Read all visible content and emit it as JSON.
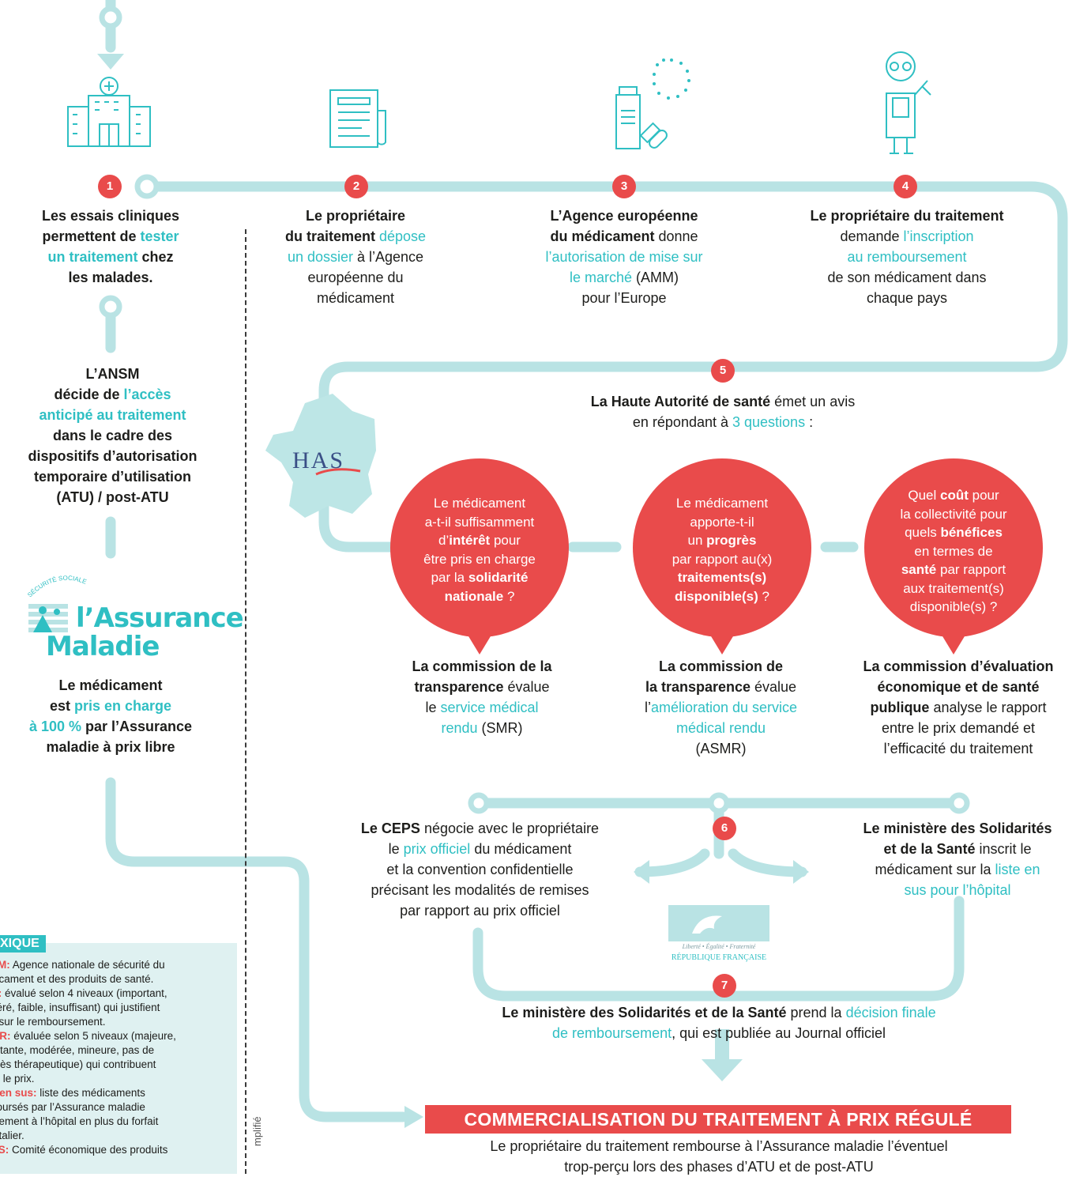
{
  "steps": {
    "s1": {
      "num": "1",
      "a": "Les essais cliniques",
      "b": "permettent de ",
      "c": "tester",
      "d": "un traitement",
      "e": " chez",
      "f": "les malades."
    },
    "s2": {
      "num": "2",
      "a": "Le propriétaire",
      "b": "du traitement",
      "c": " dépose",
      "d": "un dossier",
      "e": " à l’Agence",
      "f": "européenne du",
      "g": "médicament"
    },
    "s3": {
      "num": "3",
      "a": "L’Agence européenne",
      "b": "du médicament",
      "c": " donne",
      "d": "l’autorisation de mise sur",
      "e": "le marché",
      "f": " (AMM)",
      "g": "pour l’Europe"
    },
    "s4": {
      "num": "4",
      "a": "Le propriétaire du traitement",
      "b": "demande ",
      "c": "l’inscription",
      "d": "au remboursement",
      "e": "de son médicament dans",
      "f": "chaque pays"
    },
    "s5": {
      "num": "5",
      "a": "La Haute Autorité de santé",
      "b": " émet un avis",
      "c": "en répondant à ",
      "d": "3 questions",
      "e": " :"
    },
    "s6": {
      "num": "6"
    },
    "s7": {
      "num": "7",
      "a": "Le ministère des Solidarités et de la Santé",
      "b": " prend la ",
      "c": "décision finale",
      "d": "de remboursement",
      "e": ", qui est publiée au Journal officiel"
    }
  },
  "ansm": {
    "a": "L’ANSM",
    "b": "décide de ",
    "c": "l’accès",
    "d": "anticipé au traitement",
    "e": "dans le cadre des",
    "f": "dispositifs d’autorisation",
    "g": "temporaire d’utilisation",
    "h": "(ATU) / post-ATU"
  },
  "assurance": {
    "logo_arc": "SÉCURITÉ SOCIALE",
    "logo_l1": "l’Assurance",
    "logo_l2": "Maladie",
    "a": "Le médicament",
    "b": "est ",
    "c": "pris en charge",
    "d": "à 100 %",
    "e": " par l’Assurance",
    "f": "maladie à prix libre"
  },
  "has_logo": "HAS",
  "bubbles": {
    "q1": {
      "l1": "Le médicament",
      "l2": "a-t-il suffisamment",
      "l3a": "d’",
      "l3b": "intérêt",
      "l3c": " pour",
      "l4": "être pris en charge",
      "l5a": "par la ",
      "l5b": "solidarité",
      "l6a": "nationale",
      "l6b": " ?"
    },
    "q2": {
      "l1": "Le médicament",
      "l2": "apporte-t-il",
      "l3a": "un ",
      "l3b": "progrès",
      "l4": "par rapport au(x)",
      "l5": "traitements(s)",
      "l6a": "disponible(s)",
      "l6b": " ?"
    },
    "q3": {
      "l1a": "Quel ",
      "l1b": "coût",
      "l1c": " pour",
      "l2": "la collectivité pour",
      "l3a": "quels ",
      "l3b": "bénéfices",
      "l4": "en termes de",
      "l5a": "santé",
      "l5b": " par rapport",
      "l6": "aux traitement(s)",
      "l7": "disponible(s) ?"
    }
  },
  "commissions": {
    "c1": {
      "a": "La commission de la",
      "b": "transparence",
      "c": " évalue",
      "d": "le ",
      "e": "service médical",
      "f": "rendu",
      "g": " (SMR)"
    },
    "c2": {
      "a": "La commission de",
      "b": "la transparence",
      "c": " évalue",
      "d": "l’",
      "e": "amélioration du service",
      "f": "médical rendu",
      "g": "(ASMR)"
    },
    "c3": {
      "a": "La commission d’évaluation",
      "b": "économique et de santé",
      "c": "publique",
      "d": " analyse le rapport",
      "e": "entre le prix demandé et",
      "f": "l’efficacité du traitement"
    }
  },
  "ceps": {
    "a": "Le CEPS",
    "b": " négocie avec le propriétaire",
    "c": "le ",
    "d": "prix officiel",
    "e": " du médicament",
    "f": "et la convention confidentielle",
    "g": "précisant les modalités de remises",
    "h": "par rapport au prix officiel"
  },
  "ministere": {
    "a": "Le ministère des Solidarités",
    "b": "et de la Santé",
    "c": " inscrit le",
    "d": "médicament sur la ",
    "e": "liste en",
    "f": "sus pour l’hôpital"
  },
  "republique": {
    "motto": "Liberté • Égalité • Fraternité",
    "name": "RÉPUBLIQUE FRANÇAISE"
  },
  "final": {
    "banner": "COMMERCIALISATION DU TRAITEMENT À PRIX RÉGULÉ",
    "l1": "Le propriétaire du traitement rembourse à l’Assurance maladie l’éventuel",
    "l2": "trop-perçu lors des phases d’ATU et de post-ATU"
  },
  "lexique": {
    "title": "XIQUE",
    "l1a": "SM:",
    "l1b": " Agence nationale de sécurité du",
    "l2": "dicament et des produits de santé.",
    "l3a": "R:",
    "l3b": " évalué selon 4 niveaux (important,",
    "l4": "déré, faible, insuffisant) qui justifient",
    "l5": "s sur le remboursement.",
    "l6a": "MR:",
    "l6b": " évaluée selon 5 niveaux (majeure,",
    "l7": "ortante, modérée, mineure, pas de",
    "l8": "grès thérapeutique) qui contribuent",
    "l9": "er le prix.",
    "l10a": "e en sus:",
    "l10b": " liste des médicaments",
    "l11": "boursés par l’Assurance maladie",
    "l12": "ctement à l’hôpital en plus du forfait",
    "l13": "pitalier.",
    "l14a": "DS:",
    "l14b": " Comité économique des produits"
  },
  "side_note": "mplifié",
  "colors": {
    "accent": "#2fbfc3",
    "line": "#b9e3e4",
    "red": "#e94b4b"
  }
}
